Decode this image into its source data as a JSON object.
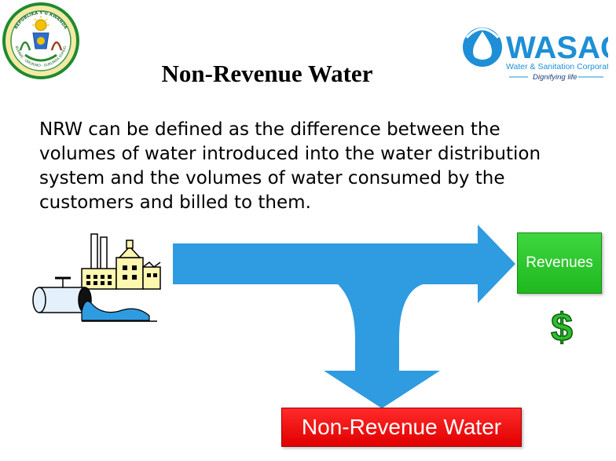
{
  "header": {
    "title": "Non-Revenue Water",
    "logo": {
      "name": "WASAC",
      "subtitle": "Water & Sanitation Corporation",
      "tagline": "Dignifying life"
    },
    "seal": {
      "top_text": "REPUBLIKA Y'U RWANDA",
      "bottom_text": "UBUMWE · UMURIMO · GUKUNDA IGIHUGU"
    }
  },
  "body": {
    "definition_lines": [
      "NRW can be defined as the difference between the",
      "volumes of water introduced into the water distribution",
      "system and the volumes of water consumed by the",
      "customers and billed to them."
    ]
  },
  "diagram": {
    "revenues_label": "Revenues",
    "currency_symbol": "$",
    "nrw_label": "Non-Revenue Water",
    "colors": {
      "arrow": "#2f9be0",
      "revenues": "#22c022",
      "nrw": "#f00000",
      "dollar": "#2ebd2e"
    }
  }
}
